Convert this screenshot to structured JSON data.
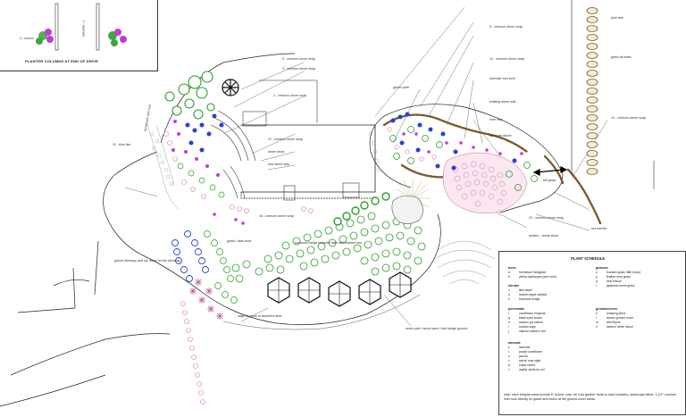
{
  "inset": {
    "title": "PLANTER COLUMNS AT END OF DRIVE",
    "labels": [
      "3 - crocus",
      "4 - lavender"
    ]
  },
  "plan_labels": [
    "5 - crimson clover snap",
    "3 - crimson clover snap",
    "5 - crimson clover snap",
    "hornbeam and vine",
    "10 - crimson clover snap",
    "lavender and pom",
    "1 - crimson clover snap",
    "gravel path",
    "14 - crimson clover snap",
    "11 - blue flax",
    "12 - crimson clover snap",
    "stone steps",
    "new stone step",
    "existing stone wall",
    "river rock",
    "grass / lawn area",
    "boxwood hedge between lawn and planted bed",
    "gravel driveway and top dress for the driveway",
    "edge of stone at lawn/bed area",
    "rustic path / scrub lawn / lush sedge ground",
    "pine tree",
    "grass all sides",
    "aerator - reeds stone",
    "22 - crimson clover snap",
    "16 - crimson clover snap",
    "red berries",
    "tall grass",
    "see note above"
  ],
  "schedule": {
    "title": "PLANT SCHEDULE",
    "sections": [
      {
        "name": "trees",
        "items": [
          [
            "a",
            "hornbeam 'fastigiata'"
          ],
          [
            "b",
            "yellow hydrangea (tree form)"
          ]
        ]
      },
      {
        "name": "shrubs",
        "items": [
          [
            "c",
            "lilac dwarf"
          ],
          [
            "d",
            "scarlet maple oakleaf"
          ],
          [
            "e",
            "boxwood hedge"
          ]
        ]
      },
      {
        "name": "perennials",
        "items": [
          [
            "f",
            "coneflower 'magnus'"
          ],
          [
            "g",
            "black-eyed susan"
          ],
          [
            "h",
            "autumn joy sedum"
          ],
          [
            "i",
            "russian sage"
          ],
          [
            "j",
            "catmint 'walker's low'"
          ]
        ]
      },
      {
        "name": "groundcovers",
        "items": [
          [
            "k",
            "creeping phlox"
          ],
          [
            "l",
            "sedum ground cover"
          ],
          [
            "m",
            "wild thyme"
          ],
          [
            "n",
            "lamium 'white nancy'"
          ]
        ]
      },
      {
        "name": "grasses",
        "items": [
          [
            "o",
            "fountain grass 'little bunny'"
          ],
          [
            "p",
            "feather reed grass"
          ],
          [
            "q",
            "blue fescue"
          ],
          [
            "r",
            "japanese forest grass"
          ]
        ]
      },
      {
        "name": "annuals",
        "items": [
          [
            "s",
            "lavender"
          ],
          [
            "t",
            "purple coneflower"
          ],
          [
            "u",
            "yarrow"
          ],
          [
            "v",
            "salvia 'may night'"
          ],
          [
            "w",
            "hosta mixed"
          ],
          [
            "x",
            "daylily 'stella de oro'"
          ]
        ]
      }
    ],
    "note": "note: each heights noted include 6\" buried. note: all 'rock garden' beds to have boulders, landscape fabric, 1-1/2\" crushed river rock directly on grade and mulch at the ground cover areas."
  },
  "colors": {
    "green": "#2e9d2e",
    "blue": "#2a3fd8",
    "pink": "#e07ab0",
    "magenta": "#c23ad6",
    "brown": "#8a6a3c",
    "grey": "#888888"
  }
}
